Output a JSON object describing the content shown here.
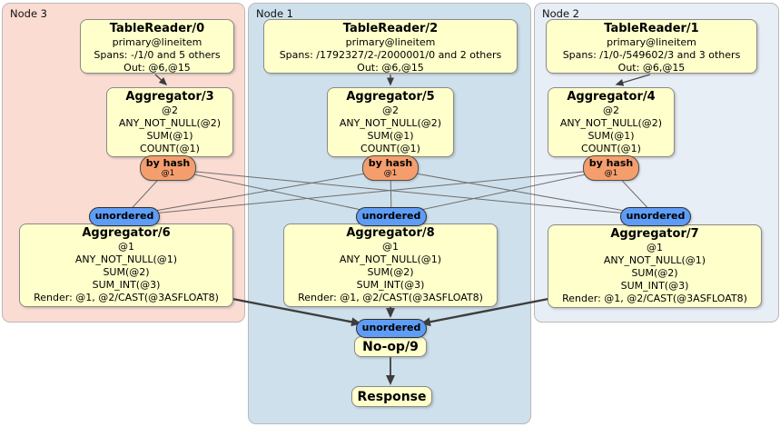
{
  "nodes": {
    "node3": {
      "label": "Node 3"
    },
    "node1": {
      "label": "Node 1"
    },
    "node2": {
      "label": "Node 2"
    }
  },
  "processors": {
    "tr0": {
      "title": "TableReader/0",
      "lines": [
        "primary@lineitem",
        "Spans: -/1/0 and 5 others",
        "Out: @6,@15"
      ]
    },
    "tr2": {
      "title": "TableReader/2",
      "lines": [
        "primary@lineitem",
        "Spans: /1792327/2-/2000001/0 and 2 others",
        "Out: @6,@15"
      ]
    },
    "tr1": {
      "title": "TableReader/1",
      "lines": [
        "primary@lineitem",
        "Spans: /1/0-/549602/3 and 3 others",
        "Out: @6,@15"
      ]
    },
    "agg3": {
      "title": "Aggregator/3",
      "lines": [
        "@2",
        "ANY_NOT_NULL(@2)",
        "SUM(@1)",
        "COUNT(@1)"
      ]
    },
    "agg5": {
      "title": "Aggregator/5",
      "lines": [
        "@2",
        "ANY_NOT_NULL(@2)",
        "SUM(@1)",
        "COUNT(@1)"
      ]
    },
    "agg4": {
      "title": "Aggregator/4",
      "lines": [
        "@2",
        "ANY_NOT_NULL(@2)",
        "SUM(@1)",
        "COUNT(@1)"
      ]
    },
    "agg6": {
      "title": "Aggregator/6",
      "lines": [
        "@1",
        "ANY_NOT_NULL(@1)",
        "SUM(@2)",
        "SUM_INT(@3)",
        "Render: @1, @2/CAST(@3ASFLOAT8)"
      ]
    },
    "agg8": {
      "title": "Aggregator/8",
      "lines": [
        "@1",
        "ANY_NOT_NULL(@1)",
        "SUM(@2)",
        "SUM_INT(@3)",
        "Render: @1, @2/CAST(@3ASFLOAT8)"
      ]
    },
    "agg7": {
      "title": "Aggregator/7",
      "lines": [
        "@1",
        "ANY_NOT_NULL(@1)",
        "SUM(@2)",
        "SUM_INT(@3)",
        "Render: @1, @2/CAST(@3ASFLOAT8)"
      ]
    },
    "noop": {
      "title": "No-op/9"
    },
    "response": {
      "title": "Response"
    }
  },
  "routers": {
    "by_hash": {
      "label": "by hash",
      "detail": "@1"
    },
    "unordered": {
      "label": "unordered"
    }
  },
  "colors": {
    "node3_bg": "#fbdcd2",
    "node1_bg": "#cee0eb",
    "node2_bg": "#e8eef6",
    "processor_bg": "#ffffcc",
    "hash_router_bg": "#f49e6e",
    "unordered_router_bg": "#5e9cf5",
    "edge": "#6e6e6e",
    "edge_dark": "#3d3d3d"
  }
}
